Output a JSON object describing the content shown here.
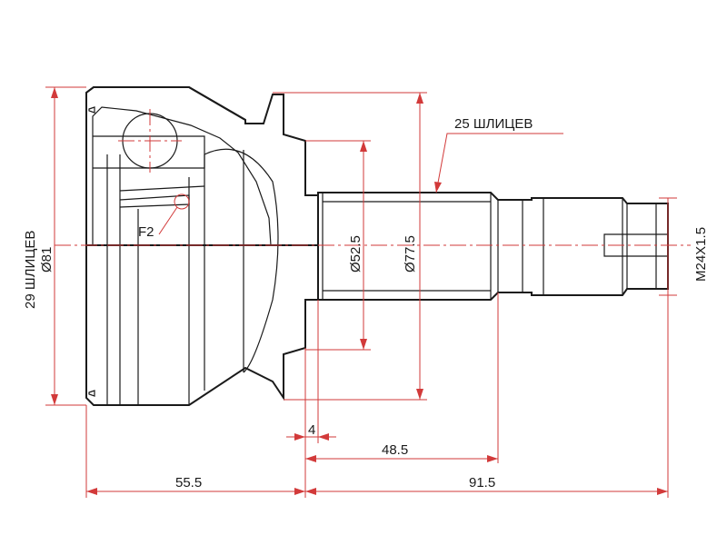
{
  "drawing": {
    "line_color": "#1a1a1a",
    "dimension_color": "#d23a3a",
    "labels": {
      "spline_top": "25 ШЛИЦЕВ",
      "spline_left": "29 ШЛИЦЕВ",
      "outer_dia": "Ø81",
      "dia_52": "Ø52.5",
      "dia_77": "Ø77.5",
      "thread": "M24X1.5",
      "f2": "F2",
      "dim_4": "4",
      "dim_48": "48.5",
      "dim_55": "55.5",
      "dim_91": "91.5"
    }
  }
}
